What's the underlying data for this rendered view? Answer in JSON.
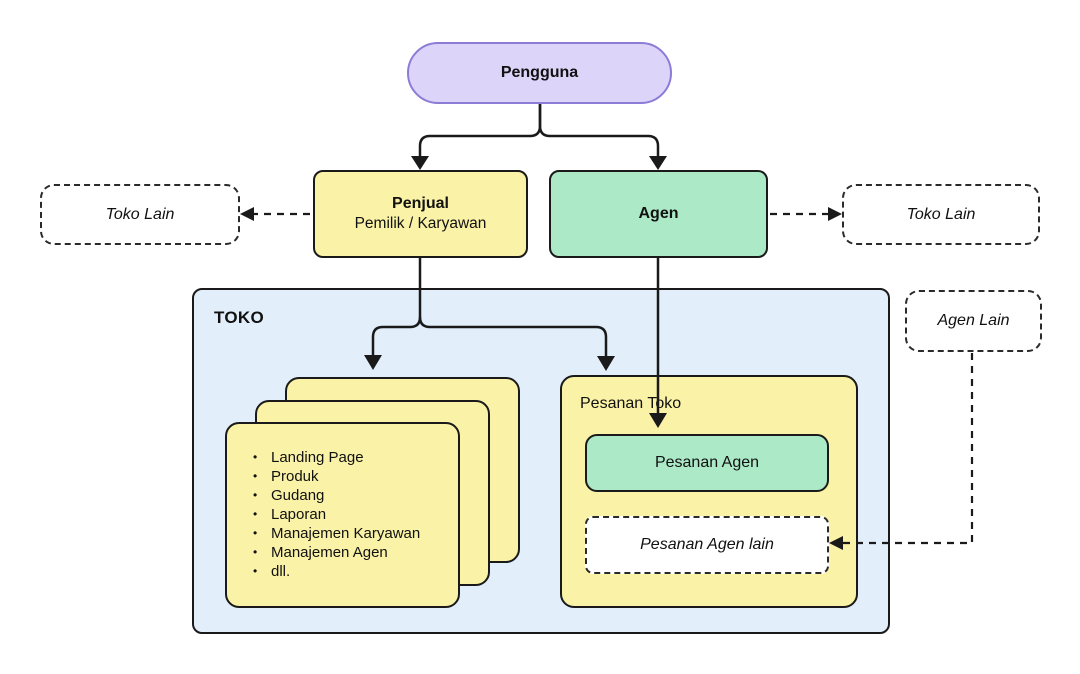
{
  "diagram": {
    "nodes": {
      "pengguna": {
        "label": "Pengguna"
      },
      "penjual": {
        "title": "Penjual",
        "subtitle": "Pemilik / Karyawan"
      },
      "agen": {
        "label": "Agen"
      },
      "toko_lain_left": {
        "label": "Toko Lain"
      },
      "toko_lain_right": {
        "label": "Toko Lain"
      },
      "agen_lain": {
        "label": "Agen Lain"
      },
      "toko": {
        "label": "TOKO"
      },
      "features_card": {
        "items": [
          "Landing Page",
          "Produk",
          "Gudang",
          "Laporan",
          "Manajemen Karyawan",
          "Manajemen Agen",
          "dll."
        ]
      },
      "pesanan_toko": {
        "label": "Pesanan Toko"
      },
      "pesanan_agen": {
        "label": "Pesanan Agen"
      },
      "pesanan_agen_lain": {
        "label": "Pesanan Agen lain"
      }
    },
    "colors": {
      "purple_fill": "#ddd4f9",
      "purple_border": "#8c7cd6",
      "yellow_fill": "#faf2a6",
      "green_fill": "#abe9c7",
      "blue_fill": "#e2effb",
      "line": "#1a1a1a",
      "white": "#ffffff"
    }
  }
}
